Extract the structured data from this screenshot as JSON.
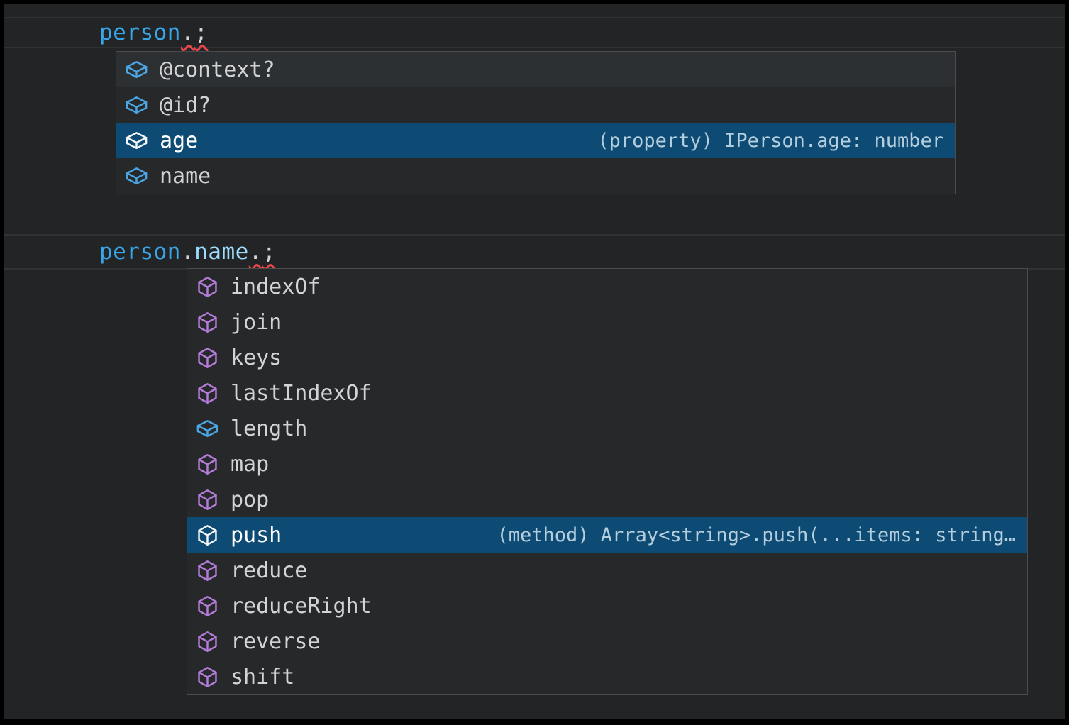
{
  "editor": {
    "line1": {
      "person": "person",
      "dot": ".",
      "semicolon": ";"
    },
    "line2": {
      "person": "person",
      "dot1": ".",
      "name": "name",
      "dot2": ".",
      "semicolon": ";"
    }
  },
  "suggest1": {
    "items": [
      {
        "label": "@context?",
        "icon": "field-icon",
        "state": "hovered"
      },
      {
        "label": "@id?",
        "icon": "field-icon",
        "state": "normal"
      },
      {
        "label": "age",
        "icon": "field-icon",
        "state": "selected",
        "detail": "(property) IPerson.age: number"
      },
      {
        "label": "name",
        "icon": "field-icon",
        "state": "normal"
      }
    ]
  },
  "suggest2": {
    "items": [
      {
        "label": "indexOf",
        "icon": "method-icon",
        "state": "normal"
      },
      {
        "label": "join",
        "icon": "method-icon",
        "state": "normal"
      },
      {
        "label": "keys",
        "icon": "method-icon",
        "state": "normal"
      },
      {
        "label": "lastIndexOf",
        "icon": "method-icon",
        "state": "normal"
      },
      {
        "label": "length",
        "icon": "field-icon",
        "state": "normal"
      },
      {
        "label": "map",
        "icon": "method-icon",
        "state": "normal"
      },
      {
        "label": "pop",
        "icon": "method-icon",
        "state": "normal"
      },
      {
        "label": "push",
        "icon": "method-icon",
        "state": "selected",
        "detail": "(method) Array<string>.push(...items: string…"
      },
      {
        "label": "reduce",
        "icon": "method-icon",
        "state": "normal"
      },
      {
        "label": "reduceRight",
        "icon": "method-icon",
        "state": "normal"
      },
      {
        "label": "reverse",
        "icon": "method-icon",
        "state": "normal"
      },
      {
        "label": "shift",
        "icon": "method-icon",
        "state": "normal"
      }
    ]
  },
  "colors": {
    "editor_background": "#232425",
    "suggest_background": "#27282a",
    "suggest_border": "#4a4c4e",
    "selection_blue": "#0d4a74",
    "hover_row": "#2d3033",
    "field_icon_blue": "#4aa5e2",
    "method_icon_purple": "#b37cd9",
    "variable_blue": "#38a6e8",
    "property_blue": "#9cdcfe",
    "punctuation": "#d4d4d4",
    "error_squiggle_red": "#e8474a",
    "detail_text": "#b5cedd"
  }
}
